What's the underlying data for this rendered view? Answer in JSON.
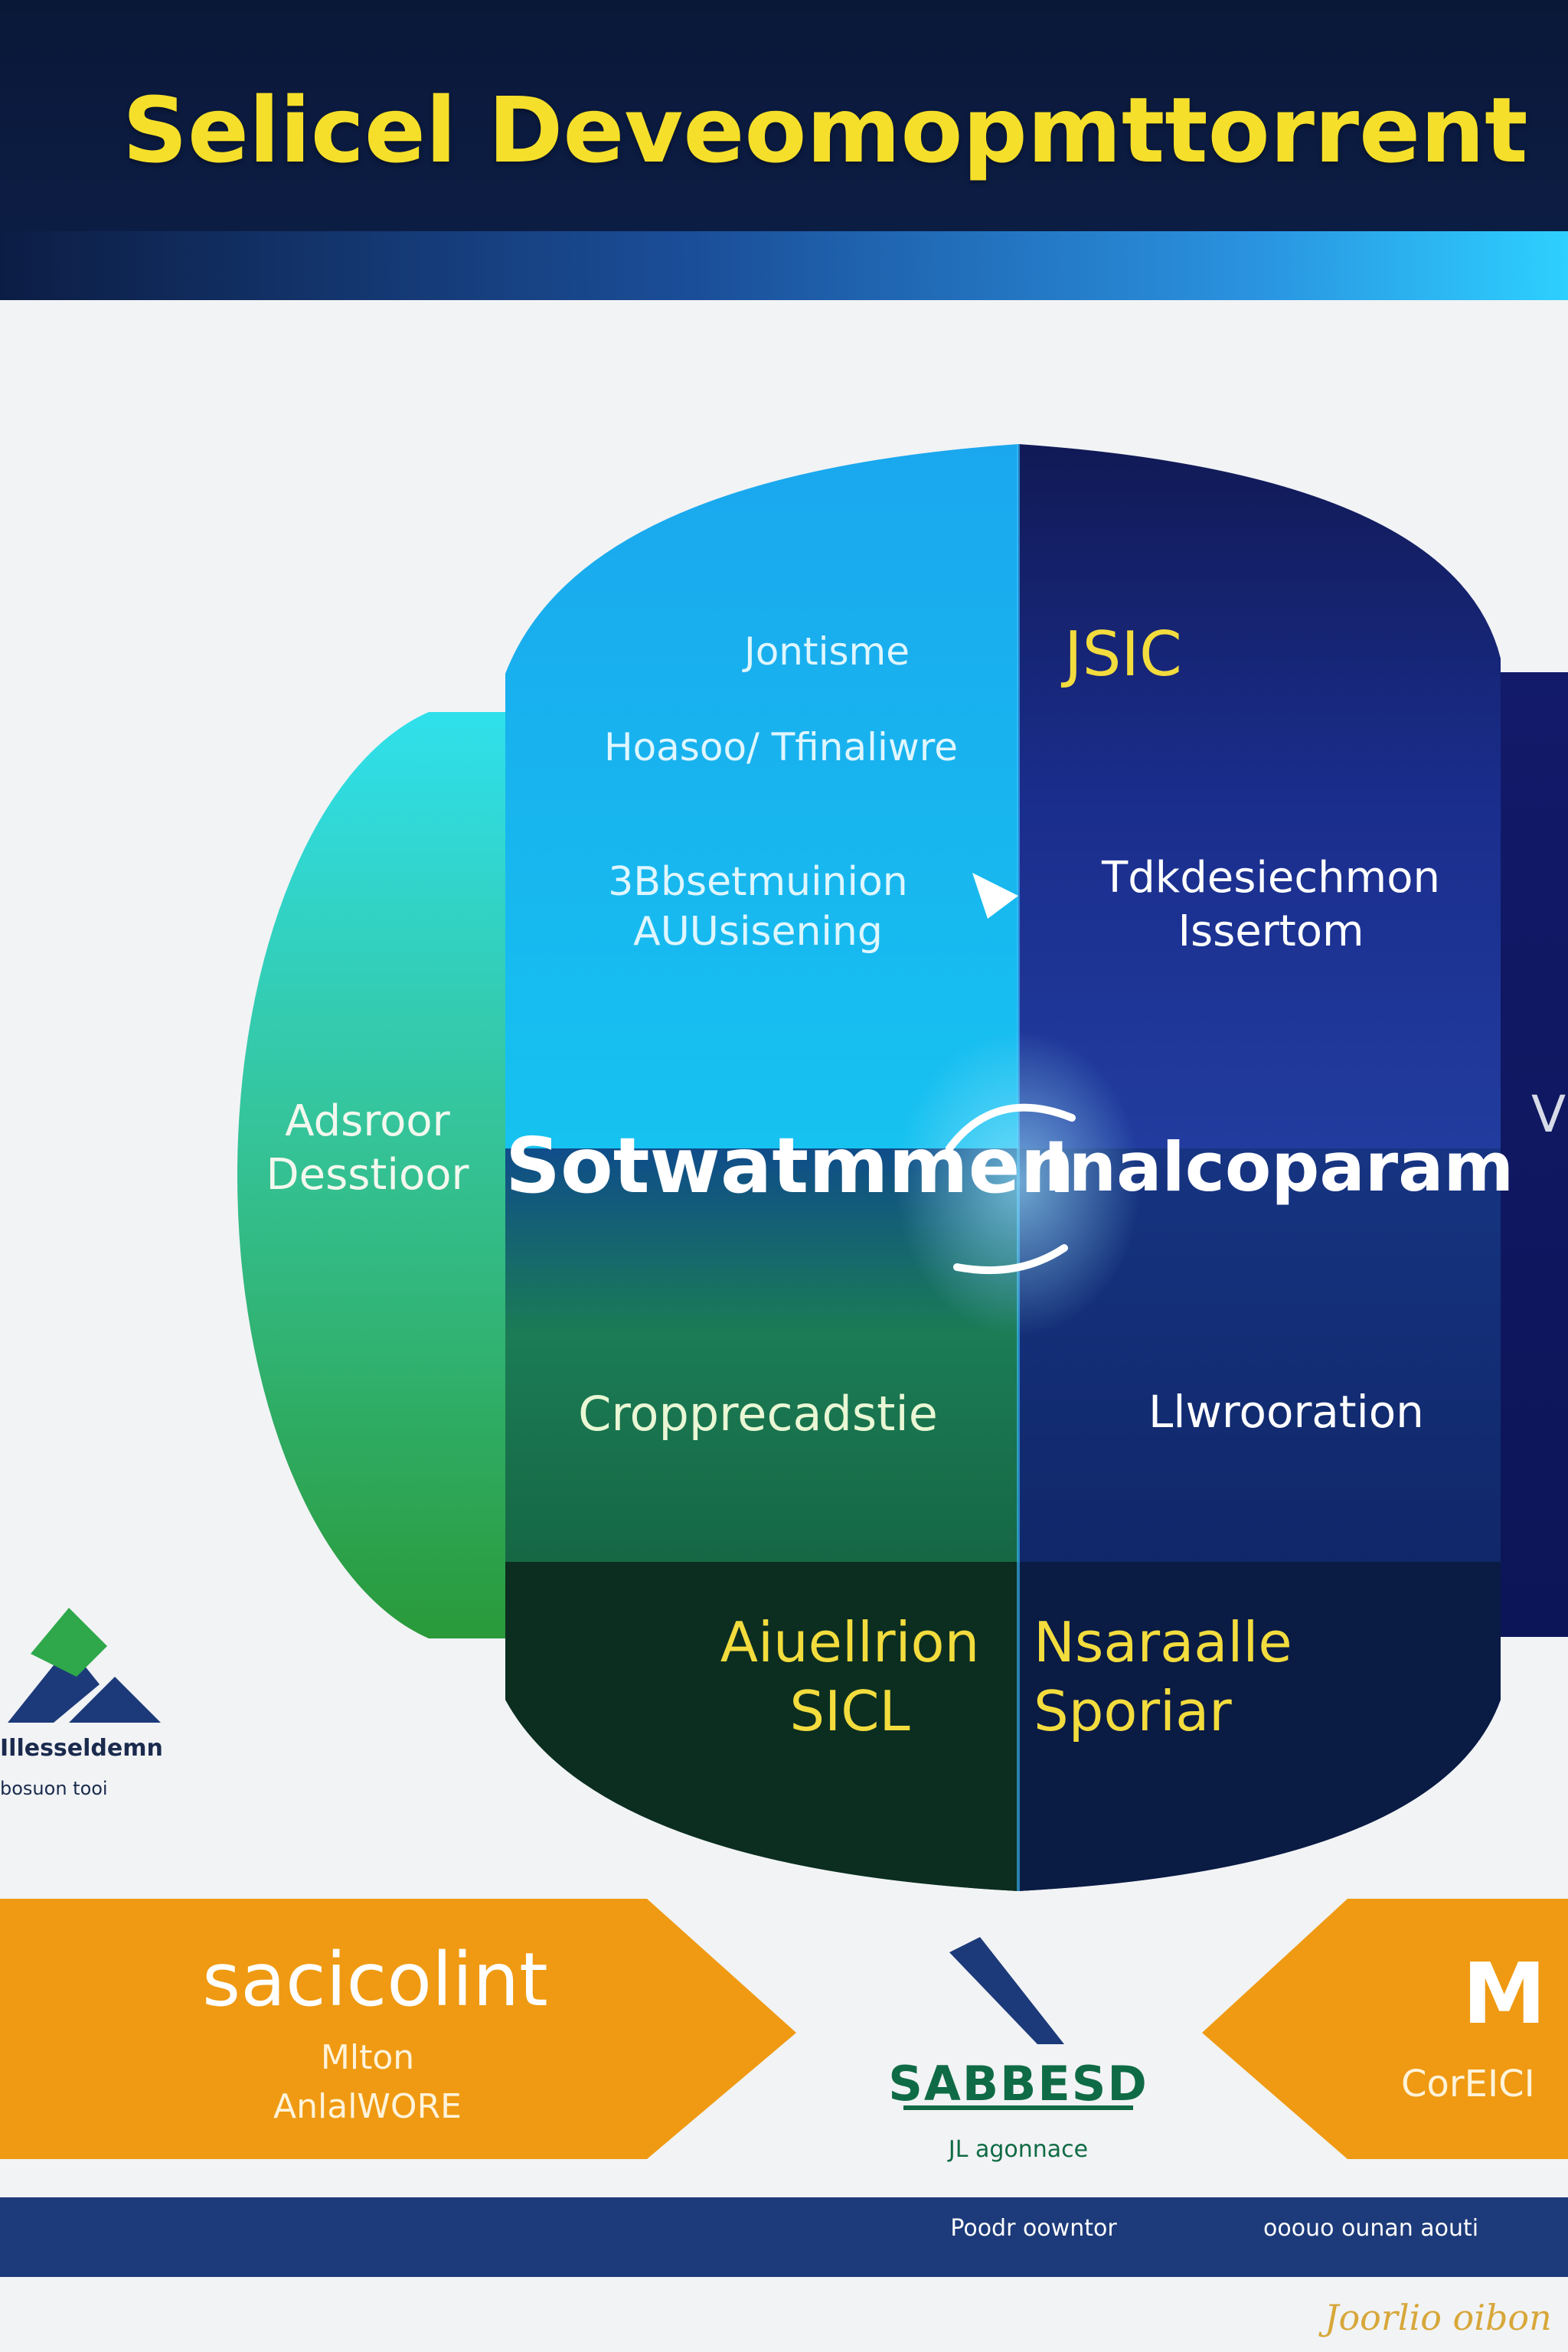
{
  "header": {
    "title": "Selicel Deveomopmttorrent"
  },
  "diagram": {
    "left_segment": {
      "line1": "Adsroor",
      "line2": "Desstioor"
    },
    "q1": {
      "top": "Jontisme",
      "line2": "Hoasoo/ Tfinaliwre",
      "mid_line1": "3Bbsetmuinion",
      "mid_line2": "AUUsisening"
    },
    "q2": {
      "top": "JSIC",
      "mid_line1": "Tdkdesiechmon",
      "mid_line2": "Issertom"
    },
    "center": {
      "left": "Sotwatmmen",
      "right": "Inalcoparam"
    },
    "q3": {
      "mid": "Cropprecadstie",
      "bottom_line1": "Aiuellrion",
      "bottom_line2": "SICL"
    },
    "q4": {
      "mid": "Llwrooration",
      "bottom_line1": "Nsaraalle",
      "bottom_line2": "Sporiar"
    },
    "edge_right": "V",
    "colors": {
      "cyan": "#16a9ea",
      "green": "#2fa94a",
      "navy": "#10195e",
      "dark_green": "#0a2f22",
      "yellow_text": "#f3dc3d"
    }
  },
  "logo_left": {
    "name": "Illesseldemn",
    "tagline": "bosuon tooi",
    "icon": "mountain-logo-icon"
  },
  "arrows": {
    "left": {
      "title": "sacicolint",
      "line1": "Mlton",
      "line2": "AnlalWORE"
    },
    "right": {
      "title": "M",
      "line1": "CorEICI"
    },
    "color": "#ef9a12"
  },
  "logo_center": {
    "name": "SABBESD",
    "tagline": "JL agonnace",
    "icon": "swoosh-logo-icon"
  },
  "footer": {
    "left": "Poodr oowntor",
    "right": "ooouo ounan aouti",
    "signature": "Joorlio oibon"
  }
}
